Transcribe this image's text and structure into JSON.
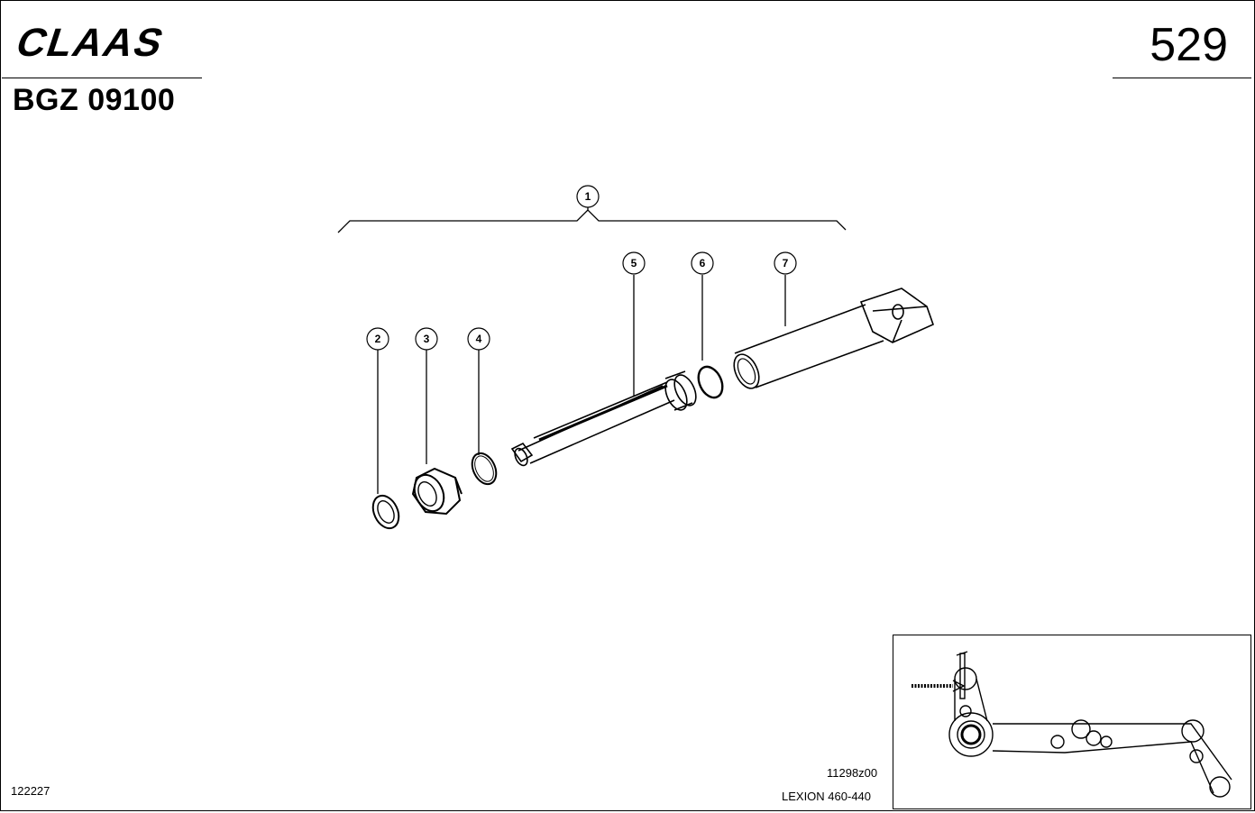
{
  "header": {
    "brand_logo_text": "CLAAS",
    "document_code": "BGZ 09100",
    "page_number": "529"
  },
  "callouts": [
    "1",
    "2",
    "3",
    "4",
    "5",
    "6",
    "7"
  ],
  "footer": {
    "left_number": "122227",
    "drawing_reference": "11298z00",
    "model": "LEXION 460-440"
  }
}
